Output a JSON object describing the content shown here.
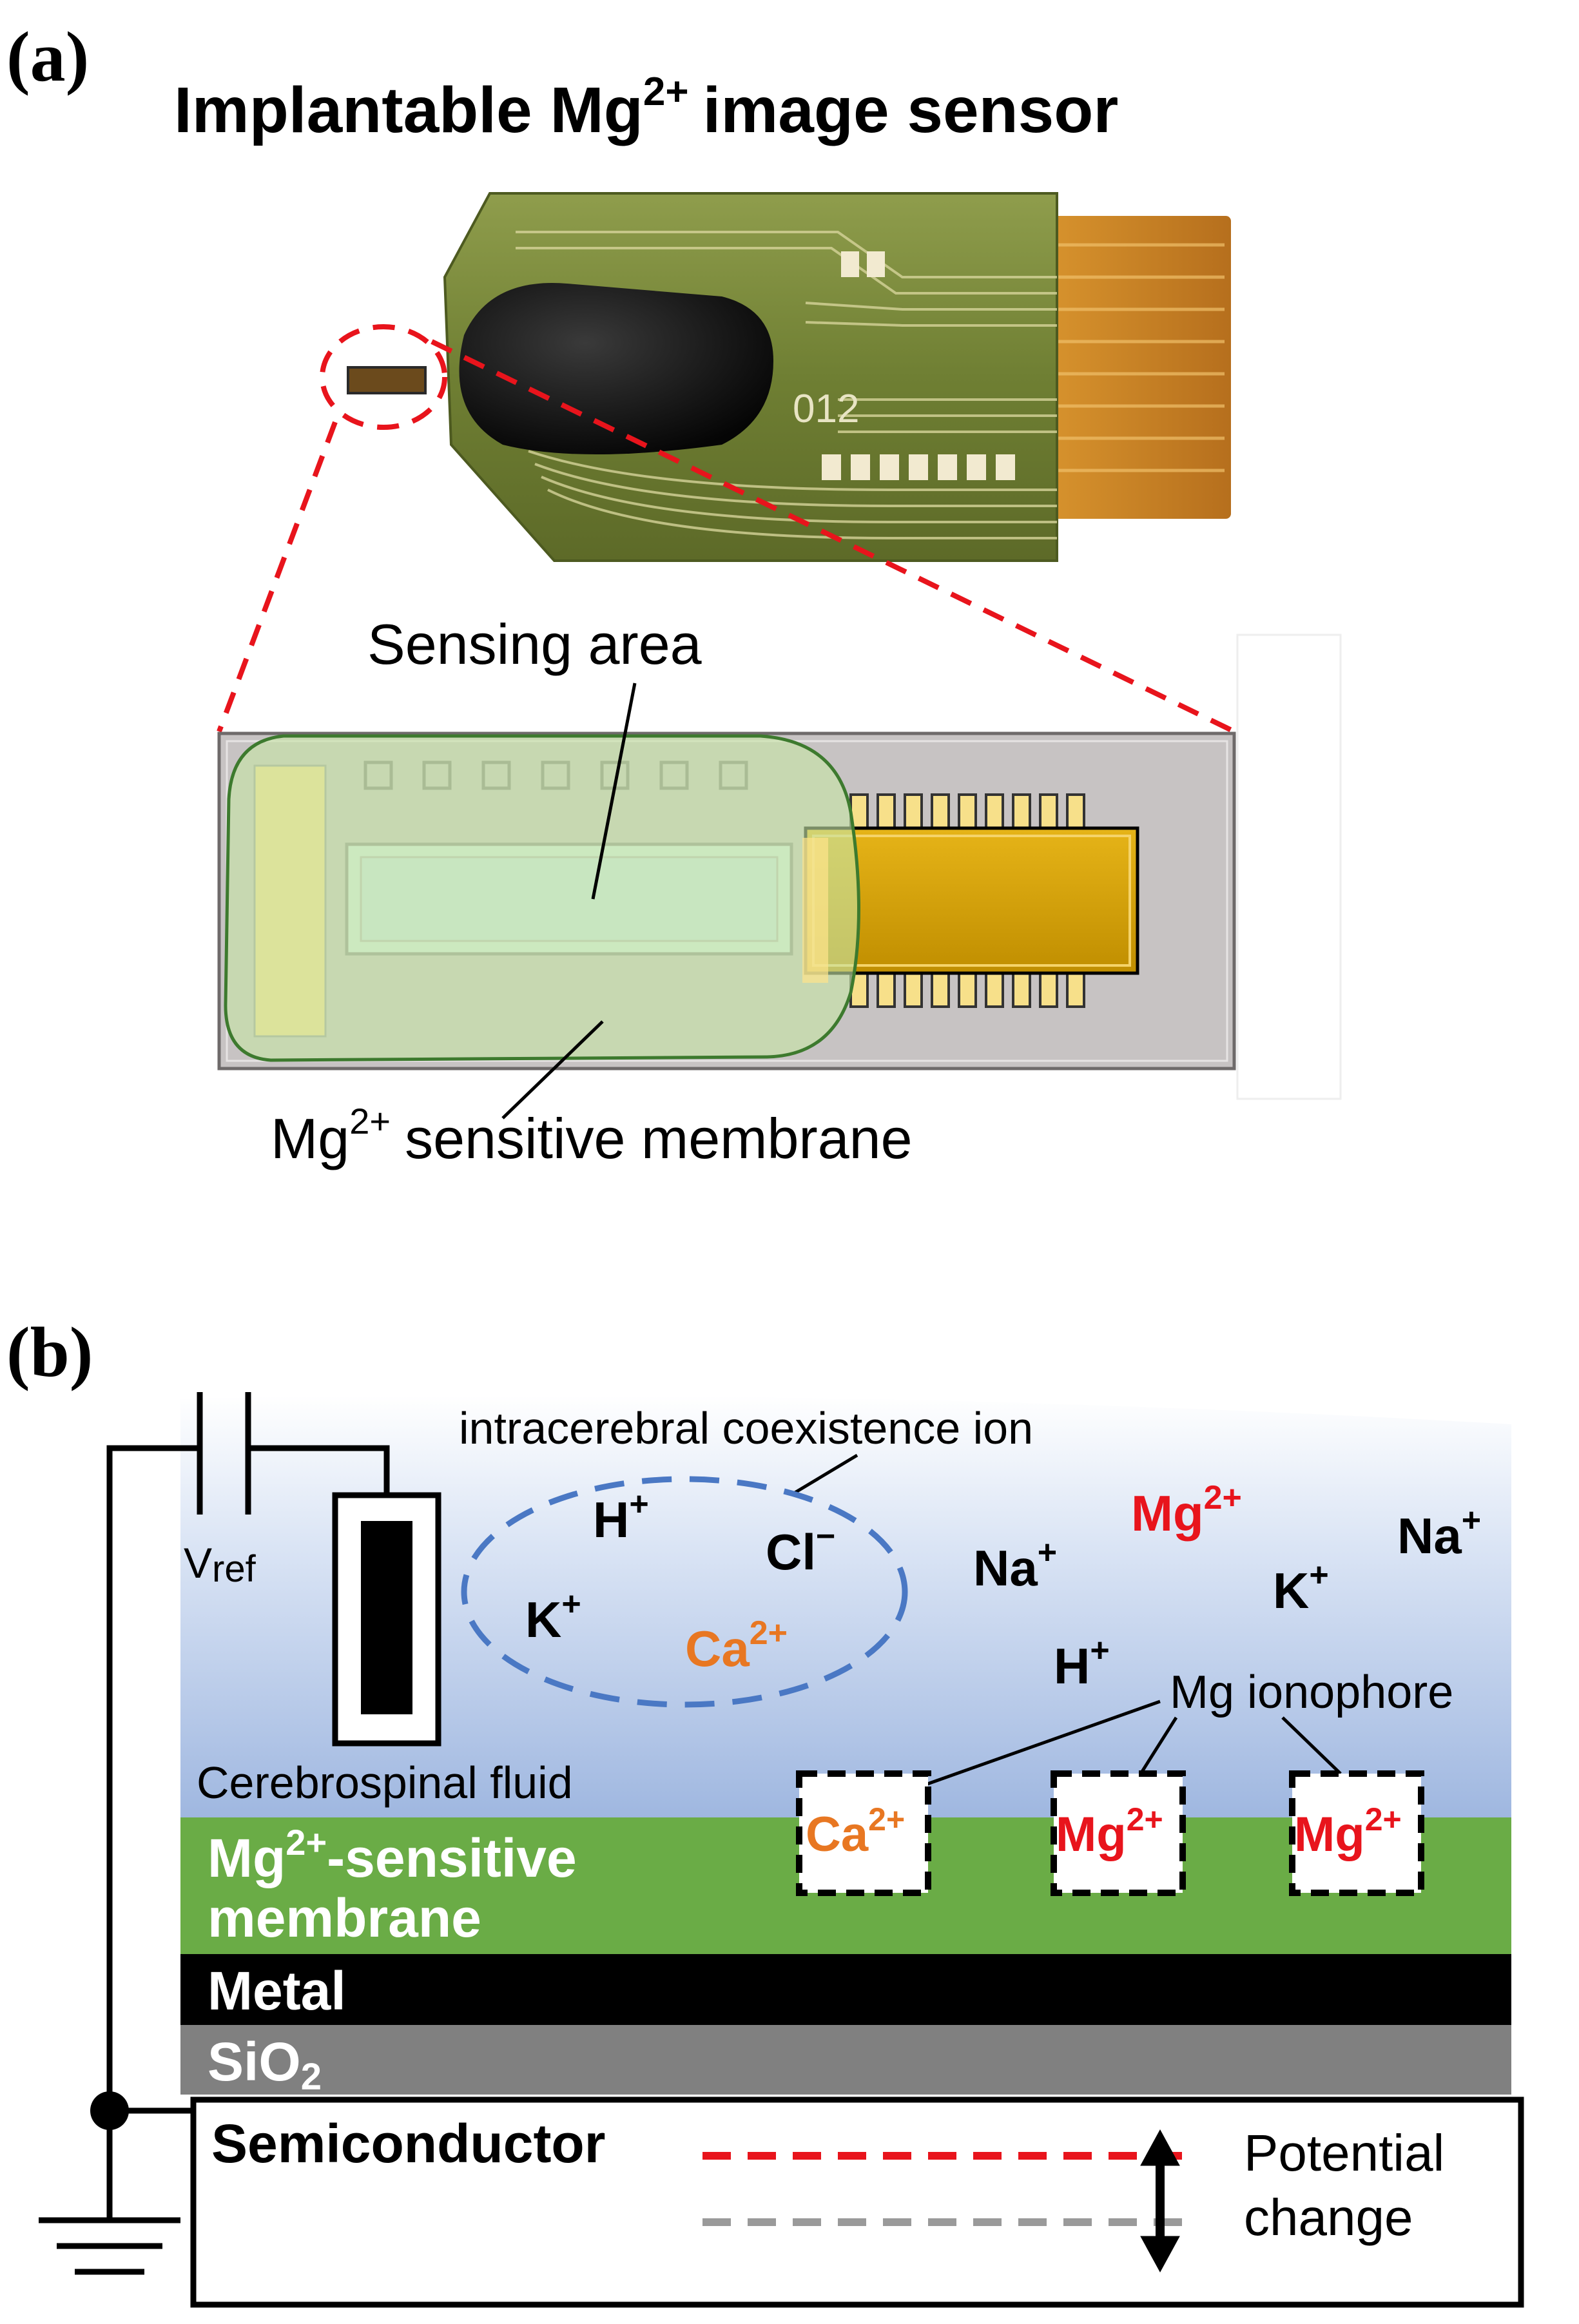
{
  "panel_a": {
    "letter": "(a)",
    "title_main": "Implantable Mg",
    "title_sup": "2+",
    "title_rest": "image sensor",
    "board_marking": "012",
    "label_sensing_area": "Sensing area",
    "label_membrane_main": "Mg",
    "label_membrane_sup": "2+",
    "label_membrane_rest": "sensitive membrane"
  },
  "panel_b": {
    "letter": "(b)",
    "vref_main": "V",
    "vref_sub": "ref",
    "coexistence_label": "intracerebral coexistence ion",
    "ions_in_circle": [
      {
        "base": "H",
        "charge": "+",
        "color": "#000000"
      },
      {
        "base": "Cl",
        "charge": "−",
        "color": "#000000"
      },
      {
        "base": "K",
        "charge": "+",
        "color": "#000000"
      },
      {
        "base": "Ca",
        "charge": "2+",
        "color": "#e87722"
      }
    ],
    "free_ions": [
      {
        "base": "Mg",
        "charge": "2+",
        "color": "#e8141c"
      },
      {
        "base": "Na",
        "charge": "+",
        "color": "#000000"
      },
      {
        "base": "Na",
        "charge": "+",
        "color": "#000000"
      },
      {
        "base": "K",
        "charge": "+",
        "color": "#000000"
      },
      {
        "base": "H",
        "charge": "+",
        "color": "#000000"
      }
    ],
    "ionophore_label": "Mg ionophore",
    "csf_label": "Cerebrospinal fluid",
    "ionophore_ions": [
      {
        "base": "Ca",
        "charge": "2+",
        "color": "#e87722"
      },
      {
        "base": "Mg",
        "charge": "2+",
        "color": "#e8141c"
      },
      {
        "base": "Mg",
        "charge": "2+",
        "color": "#e8141c"
      }
    ],
    "membrane_line1_main": "Mg",
    "membrane_line1_sup": "2+",
    "membrane_line1_rest": "-sensitive",
    "membrane_line2": "membrane",
    "metal_label": "Metal",
    "sio2_main": "SiO",
    "sio2_sub": "2",
    "semiconductor_label": "Semiconductor",
    "potential_line1": "Potential",
    "potential_line2": "change"
  },
  "colors": {
    "fluid_top": "#ffffff",
    "fluid_bottom": "#9fb7e0",
    "membrane_layer": "#6aac46",
    "metal_layer": "#000000",
    "sio2_layer": "#808080",
    "dashed_red": "#e8141c",
    "dashed_grey": "#9a9a9a",
    "circle_blue": "#4a78c4",
    "pcb_green": "#7a8a3c",
    "flex_orange": "#c8842a",
    "chip_gold": "#d9a400",
    "membrane_overlay": "#c6e5a6"
  }
}
